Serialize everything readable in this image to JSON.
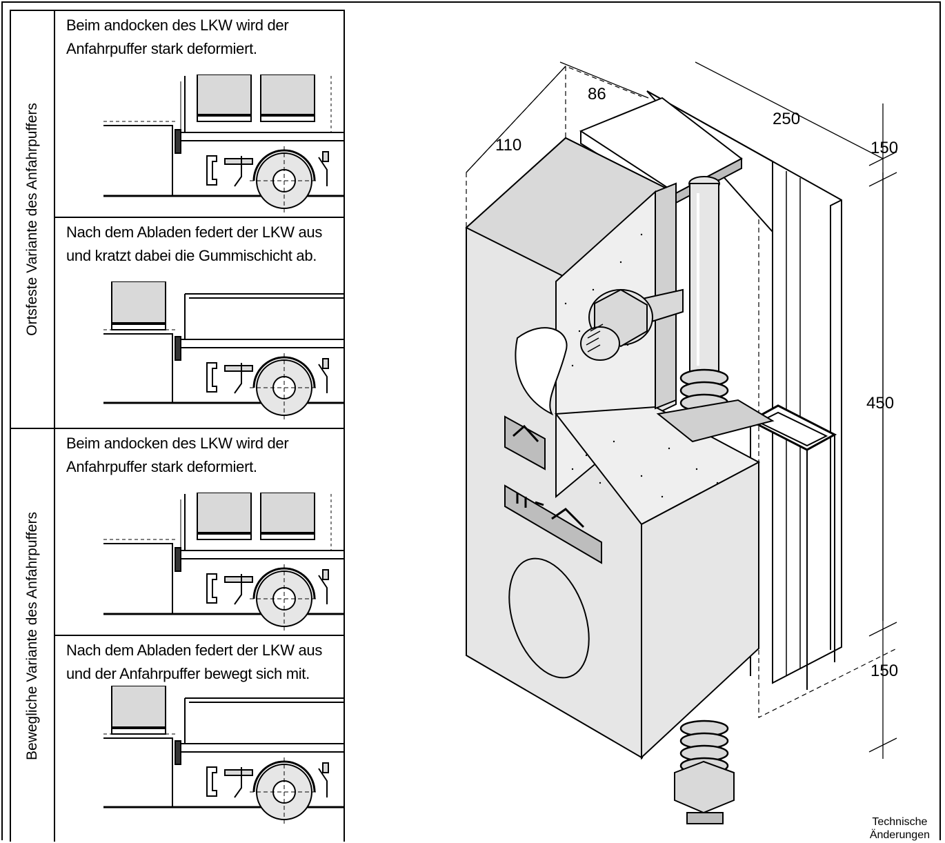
{
  "variants": [
    {
      "label": "Ortsfeste Variante des Anfahrpuffers",
      "panels": [
        {
          "caption_line1": "Beim andocken des LKW wird der",
          "caption_line2": "Anfahrpuffer stark deformiert.",
          "state": "docked"
        },
        {
          "caption_line1": "Nach dem Abladen federt der LKW aus",
          "caption_line2": "und kratzt dabei die Gummischicht ab.",
          "state": "unloaded"
        }
      ]
    },
    {
      "label": "Bewegliche Variante des Anfahrpuffers",
      "panels": [
        {
          "caption_line1": "Beim andocken des LKW wird der",
          "caption_line2": "Anfahrpuffer stark deformiert.",
          "state": "docked"
        },
        {
          "caption_line1": "Nach dem Abladen federt der LKW aus",
          "caption_line2": "und der Anfahrpuffer bewegt sich mit.",
          "state": "unloaded"
        }
      ]
    }
  ],
  "dimensions": {
    "depth_front": "110",
    "depth_mid": "86",
    "width": "250",
    "top_offset": "150",
    "height": "450",
    "bottom_offset": "150"
  },
  "note": {
    "line1": "Technische",
    "line2": "Änderungen"
  },
  "colors": {
    "line": "#000000",
    "fill_light": "#e6e6e6",
    "fill_mid": "#d9d9d9",
    "fill_dark": "#bdbdbd"
  }
}
